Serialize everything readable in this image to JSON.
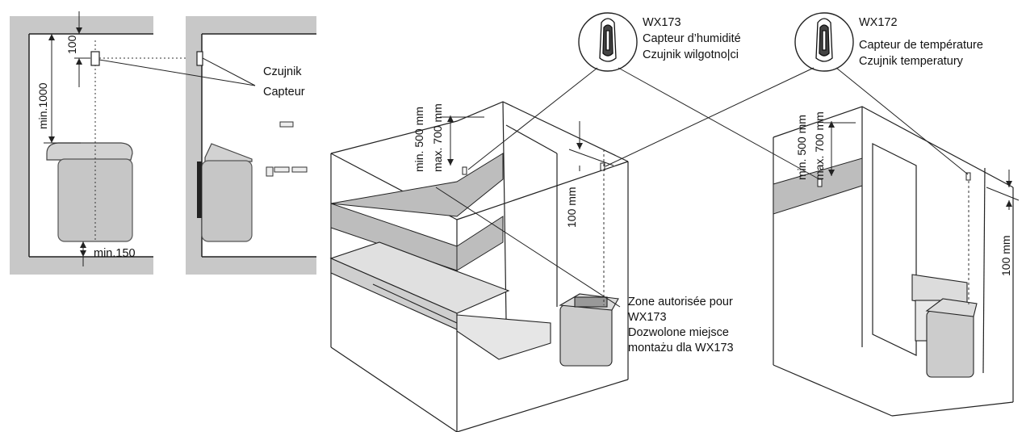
{
  "plan_view": {
    "dim_top": "100",
    "dim_min_1000": "min.1000",
    "dim_min_150": "min.150",
    "sensor_label_pl": "Czujnik",
    "sensor_label_fr": "Capteur"
  },
  "sensor_wx173": {
    "model": "WX173",
    "name_fr": "Capteur d’humidité",
    "name_pl": "Czujnik wilgotno|ci"
  },
  "sensor_wx172": {
    "model": "WX172",
    "name_fr": "Capteur de température",
    "name_pl": "Czujnik temperatury"
  },
  "left_room": {
    "dim_min_500": "min. 500 mm",
    "dim_max_700": "max. 700 mm",
    "dim_100": "100 mm",
    "zone_text": [
      "Zone autorisée pour",
      "WX173",
      "Dozwolone miejsce",
      "montażu dla WX173"
    ]
  },
  "right_room": {
    "dim_min_500": "min. 500 mm",
    "dim_max_700": "max. 700 mm",
    "dim_100": "100 mm"
  }
}
